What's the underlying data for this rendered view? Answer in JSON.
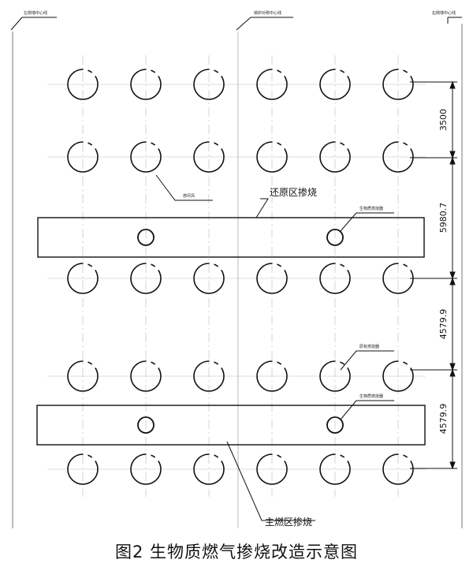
{
  "labels": {
    "top_left": "左侧墙中心线",
    "top_center": "锅炉对称中心线",
    "top_right": "右侧墙中心线",
    "burner_leader": "燃尽风",
    "reduction_zone": "还原区掺烧",
    "main_zone": "主燃区掺烧",
    "nozzle_upper": "生物质燃烧器",
    "nozzle_mid": "原有燃烧器",
    "nozzle_lower": "生物质燃烧器"
  },
  "dimensions": [
    "3500",
    "5980.7",
    "4579.9",
    "4579.9"
  ],
  "caption": "图2  生物质燃气掺烧改造示意图"
}
